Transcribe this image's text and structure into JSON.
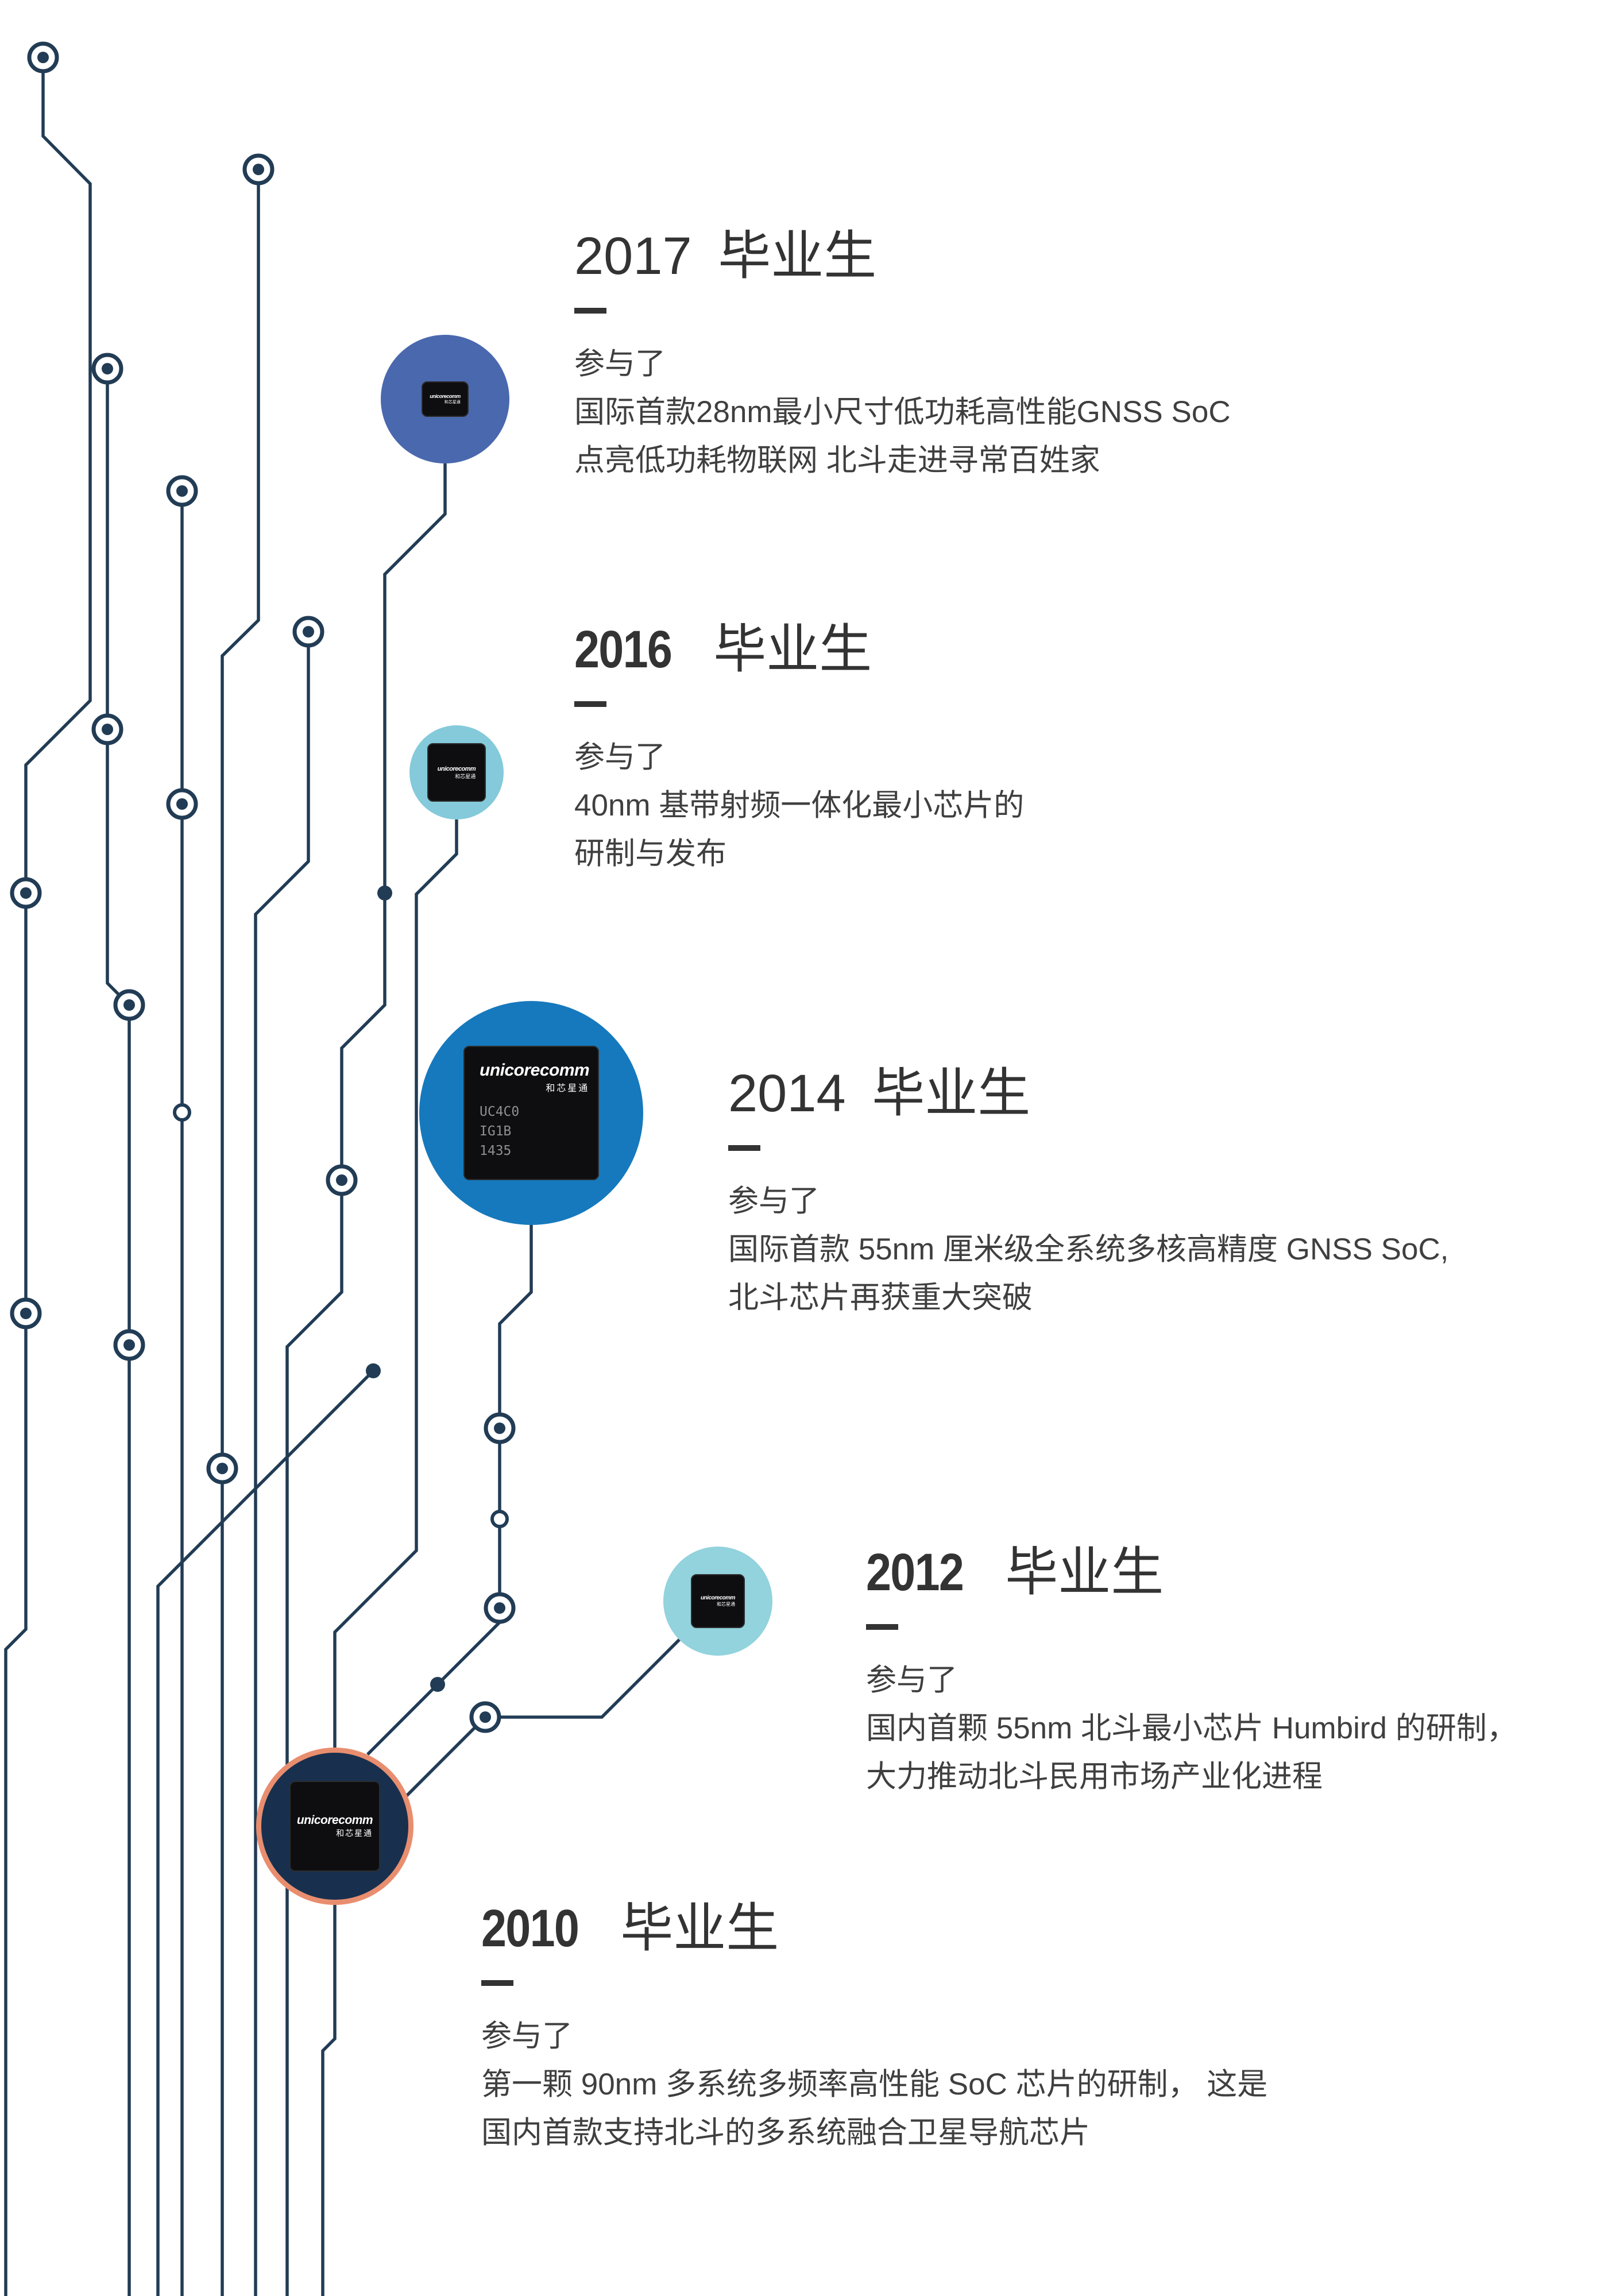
{
  "palette": {
    "line_navy": "#223c55",
    "heading_text": "#333333",
    "body_text": "#3f3f3f",
    "circle_2017": "#4a68ae",
    "circle_2016": "#84cada",
    "circle_2014": "#1679bd",
    "circle_2012": "#92d3dd",
    "circle_2010": "#18304e",
    "circle_2010_border": "#e88e6f",
    "chip_background": "#0e0e10"
  },
  "brand": {
    "en": "unicorecomm",
    "cn": "和芯星通"
  },
  "entries": [
    {
      "year": "2017",
      "suffix": "毕业生",
      "intro": "参与了",
      "lines": [
        "国际首款28nm最小尺寸低功耗高性能GNSS SoC",
        "点亮低功耗物联网 北斗走进寻常百姓家"
      ]
    },
    {
      "year": "2016",
      "suffix": "毕业生",
      "intro": "参与了",
      "lines": [
        "40nm 基带射频一体化最小芯片的",
        "研制与发布"
      ]
    },
    {
      "year": "2014",
      "suffix": "毕业生",
      "intro": "参与了",
      "lines": [
        "国际首款 55nm 厘米级全系统多核高精度 GNSS SoC,",
        "北斗芯片再获重大突破"
      ]
    },
    {
      "year": "2012",
      "suffix": "毕业生",
      "intro": "参与了",
      "lines": [
        "国内首颗 55nm 北斗最小芯片 Humbird 的研制，",
        "大力推动北斗民用市场产业化进程"
      ]
    },
    {
      "year": "2010",
      "suffix": "毕业生",
      "intro": "参与了",
      "lines": [
        "第一颗 90nm 多系统多频率高性能 SoC 芯片的研制， 这是",
        "国内首款支持北斗的多系统融合卫星导航芯片"
      ]
    }
  ],
  "chips": {
    "c2014": {
      "lines": [
        "UC4C0",
        "IG1B",
        "1435"
      ]
    }
  }
}
